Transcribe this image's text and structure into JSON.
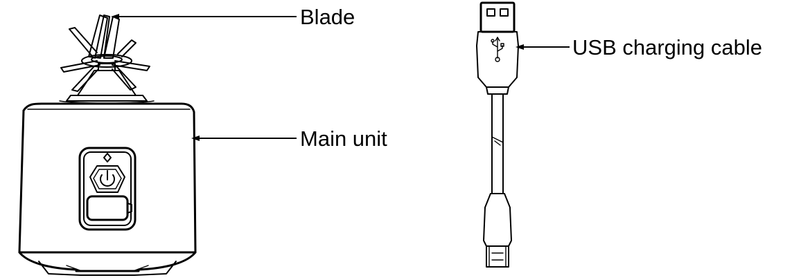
{
  "callouts": {
    "blade": "Blade",
    "main_unit": "Main unit",
    "usb_cable": "USB charging cable"
  },
  "colors": {
    "line": "#000000",
    "background": "#ffffff"
  }
}
